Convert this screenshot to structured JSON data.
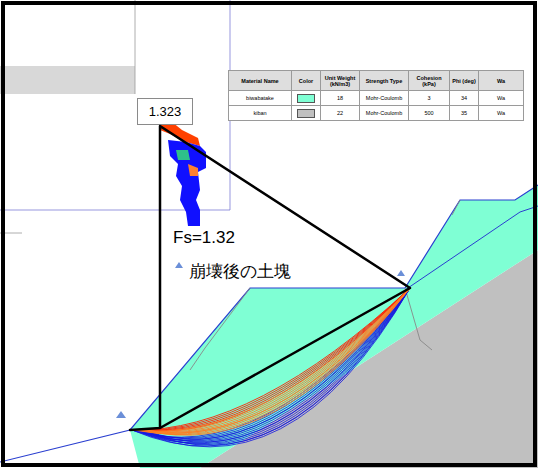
{
  "diagram": {
    "nodes": [
      {
        "text": [
          "1.323"
        ]
      },
      {
        "text": [
          "Fs=1.32",
          "崩壊後の土塊"
        ]
      }
    ],
    "labels": [
      "Material Name",
      "Color",
      "Unit Weight (kN/m3)",
      "Strength Type",
      "Cohesion (kPa)",
      "Phi (deg)",
      "Wa",
      "18",
      "Mohr-Coulomb",
      "3",
      "34",
      "Wa",
      "22",
      "Mohr-Coulomb",
      "500",
      "35",
      "Wa"
    ],
    "legend": [
      {
        "text": "biwabatake",
        "color": "#7fffd4"
      },
      {
        "text": "kiban",
        "color": "#c0c0c0"
      }
    ]
  }
}
